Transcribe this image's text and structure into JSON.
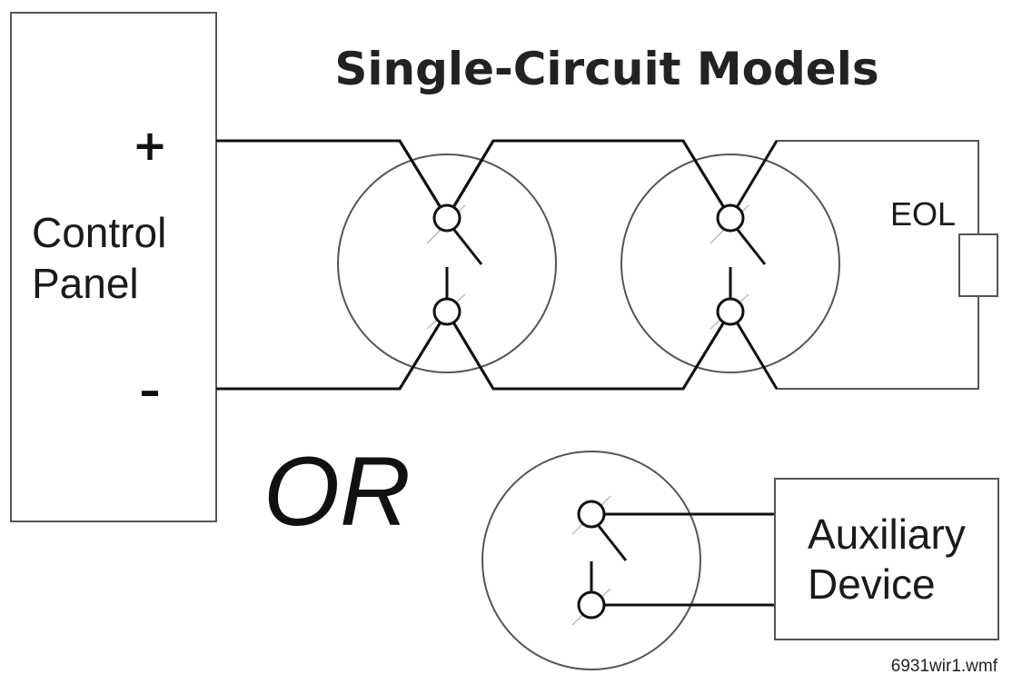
{
  "title": "Single-Circuit Models",
  "control_panel": {
    "label_line1": "Control",
    "label_line2": "Panel",
    "positive_sign": "+",
    "negative_sign": "–"
  },
  "eol_label": "EOL",
  "or_label": "OR",
  "auxiliary_device": {
    "label_line1": "Auxiliary",
    "label_line2": "Device"
  },
  "filename": "6931wir1.wmf",
  "colors": {
    "wire": "#111111",
    "outline": "#555555",
    "background": "#ffffff"
  }
}
